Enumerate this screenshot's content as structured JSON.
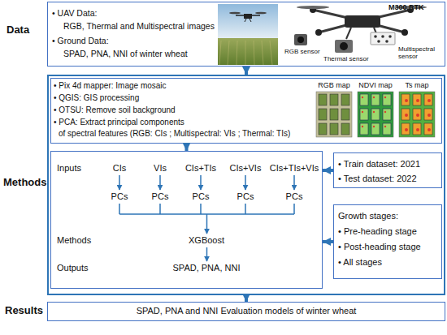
{
  "diagram": {
    "nodes": [
      {
        "text": [
          "Data",
          "• UAV Data:",
          "RGB, Thermal and Multispectral images",
          "• Ground Data:",
          "SPAD, PNA, NNI of winter wheat"
        ]
      },
      {
        "text": [
          "Methods"
        ]
      },
      {
        "text": [
          "• Pix 4d mapper: Image mosaic",
          "• QGIS: GIS processing",
          "• OTSU: Remove soil background",
          "• PCA: Extract principal components",
          "of spectral features (RGB: CIs ; Multispectral: VIs ; Thermal: TIs)"
        ],
        "in": 1
      },
      {
        "text": [
          "Inputs",
          "CIs",
          "VIs",
          "CIs+TIs",
          "CIs+VIs",
          "CIs+TIs+VIs",
          "PCs",
          "PCs",
          "PCs",
          "PCs",
          "PCs",
          "Methods",
          "XGBoost",
          "Outputs",
          "SPAD, PNA, NNI"
        ],
        "in": 1
      },
      {
        "text": [
          "• Train dataset: 2021",
          "• Test dataset: 2022"
        ],
        "in": 1
      },
      {
        "text": [
          "Growth stages:",
          "• Pre-heading stage",
          "• Post-heading stage",
          "• All stages"
        ],
        "in": 1
      },
      {
        "text": [
          "Results",
          "SPAD, PNA and NNI Evaluation models of winter wheat"
        ]
      }
    ],
    "edges": [
      {
        "from": 0,
        "to": 1,
        "arrow": "to"
      },
      {
        "from": 2,
        "to": 3,
        "arrow": "to"
      },
      {
        "from": 4,
        "to": 3,
        "arrow": "to"
      },
      {
        "from": 5,
        "to": 3,
        "arrow": "to"
      },
      {
        "from": 1,
        "to": 6,
        "arrow": "to"
      }
    ],
    "labels": [
      "M300 RTK",
      "RGB sensor",
      "Thermal sensor",
      "Multispectral sensor",
      "RGB map",
      "NDVI map",
      "Ts map"
    ]
  }
}
